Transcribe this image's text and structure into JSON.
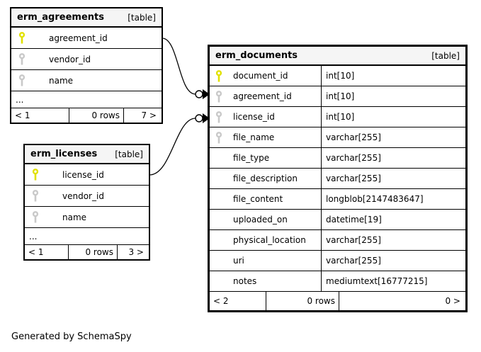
{
  "diagram": {
    "footer_note": "Generated by SchemaSpy"
  },
  "colors": {
    "background": "#ffffff",
    "table_header_bg": "#f5f5f5",
    "border": "#000000",
    "primary_key": "#e1e100",
    "index_key": "#c9c9c9"
  },
  "icons": {
    "primary_key_icon": "yellow-key",
    "index_key_icon": "gray-key"
  },
  "tables": [
    {
      "name": "erm_agreements",
      "tag": "[table]",
      "columns": [
        {
          "name": "agreement_id",
          "key": "primary"
        },
        {
          "name": "vendor_id",
          "key": "index"
        },
        {
          "name": "name",
          "key": "index"
        }
      ],
      "ellipsis": "...",
      "pager": {
        "prev": "< 1",
        "rows": "0 rows",
        "next": "7 >"
      }
    },
    {
      "name": "erm_licenses",
      "tag": "[table]",
      "columns": [
        {
          "name": "license_id",
          "key": "primary"
        },
        {
          "name": "vendor_id",
          "key": "index"
        },
        {
          "name": "name",
          "key": "index"
        }
      ],
      "ellipsis": "...",
      "pager": {
        "prev": "< 1",
        "rows": "0 rows",
        "next": "3 >"
      }
    },
    {
      "name": "erm_documents",
      "tag": "[table]",
      "columns": [
        {
          "name": "document_id",
          "type": "int[10]",
          "key": "primary"
        },
        {
          "name": "agreement_id",
          "type": "int[10]",
          "key": "index"
        },
        {
          "name": "license_id",
          "type": "int[10]",
          "key": "index"
        },
        {
          "name": "file_name",
          "type": "varchar[255]",
          "key": "index"
        },
        {
          "name": "file_type",
          "type": "varchar[255]",
          "key": "none"
        },
        {
          "name": "file_description",
          "type": "varchar[255]",
          "key": "none"
        },
        {
          "name": "file_content",
          "type": "longblob[2147483647]",
          "key": "none"
        },
        {
          "name": "uploaded_on",
          "type": "datetime[19]",
          "key": "none"
        },
        {
          "name": "physical_location",
          "type": "varchar[255]",
          "key": "none"
        },
        {
          "name": "uri",
          "type": "varchar[255]",
          "key": "none"
        },
        {
          "name": "notes",
          "type": "mediumtext[16777215]",
          "key": "none"
        }
      ],
      "pager": {
        "prev": "< 2",
        "rows": "0 rows",
        "next": "0 >"
      }
    }
  ],
  "relationships": [
    {
      "from_table": "erm_agreements",
      "from_column": "agreement_id",
      "to_table": "erm_documents",
      "to_column": "agreement_id"
    },
    {
      "from_table": "erm_licenses",
      "from_column": "license_id",
      "to_table": "erm_documents",
      "to_column": "license_id"
    }
  ]
}
